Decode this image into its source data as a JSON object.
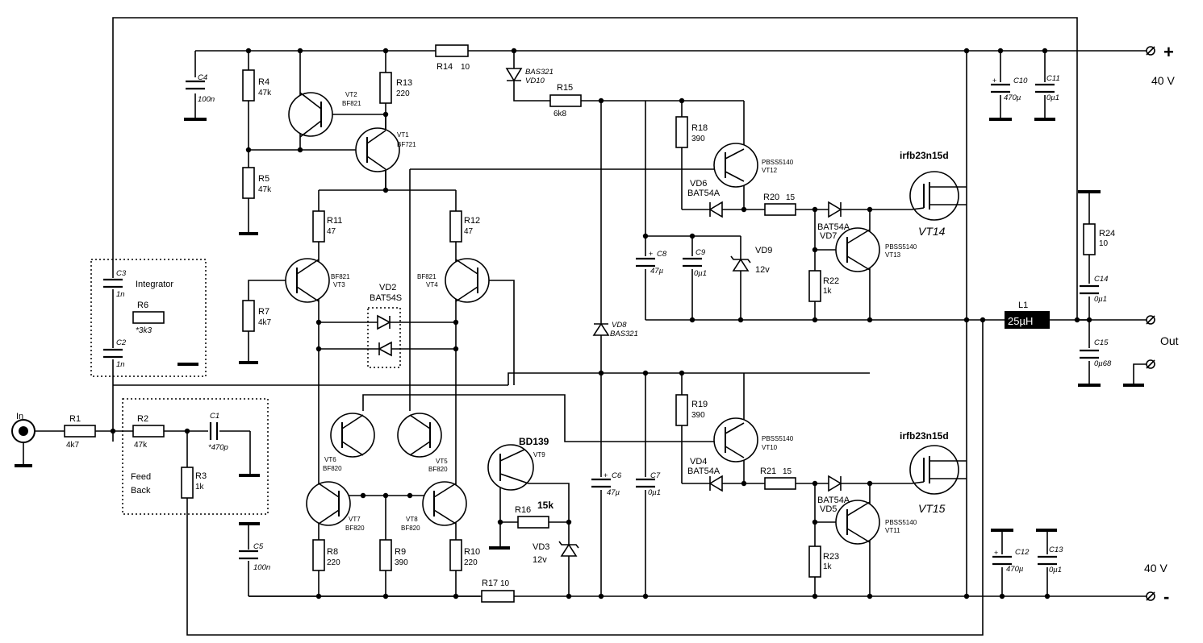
{
  "labels": {
    "in": "In",
    "out": "Out",
    "plus": "+",
    "minus": "-",
    "v_pos": "40 V",
    "v_neg": "40 V",
    "integrator": "Integrator",
    "feed1": "Feed",
    "feed2": "Back",
    "l1_name": "L1",
    "l1_value": "25µH",
    "bd139": "BD139",
    "mos1": "irfb23n15d",
    "mos2": "irfb23n15d",
    "vt14": "VT14",
    "vt15": "VT15",
    "r16_value": "15k"
  },
  "resistors": [
    {
      "name": "R1",
      "value": "4k7"
    },
    {
      "name": "R2",
      "value": "47k"
    },
    {
      "name": "R3",
      "value": "1k"
    },
    {
      "name": "R4",
      "value": "47k"
    },
    {
      "name": "R5",
      "value": "47k"
    },
    {
      "name": "R6",
      "value": "*3k3"
    },
    {
      "name": "R7",
      "value": "4k7"
    },
    {
      "name": "R8",
      "value": "220"
    },
    {
      "name": "R9",
      "value": "390"
    },
    {
      "name": "R10",
      "value": "220"
    },
    {
      "name": "R11",
      "value": "47"
    },
    {
      "name": "R12",
      "value": "47"
    },
    {
      "name": "R13",
      "value": "220"
    },
    {
      "name": "R14",
      "value": "10"
    },
    {
      "name": "R15",
      "value": "6k8"
    },
    {
      "name": "R16",
      "value": ""
    },
    {
      "name": "R17",
      "value": "10"
    },
    {
      "name": "R18",
      "value": "390"
    },
    {
      "name": "R19",
      "value": "390"
    },
    {
      "name": "R20",
      "value": "15"
    },
    {
      "name": "R21",
      "value": "15"
    },
    {
      "name": "R22",
      "value": "1k"
    },
    {
      "name": "R23",
      "value": "1k"
    },
    {
      "name": "R24",
      "value": "10"
    }
  ],
  "capacitors": [
    {
      "name": "C1",
      "value": "*470p"
    },
    {
      "name": "C2",
      "value": "1n"
    },
    {
      "name": "C3",
      "value": "1n"
    },
    {
      "name": "C4",
      "value": "100n"
    },
    {
      "name": "C5",
      "value": "100n"
    },
    {
      "name": "C6",
      "value": "47µ"
    },
    {
      "name": "C7",
      "value": "0µ1"
    },
    {
      "name": "C8",
      "value": "47µ"
    },
    {
      "name": "C9",
      "value": "0µ1"
    },
    {
      "name": "C10",
      "value": "470µ"
    },
    {
      "name": "C11",
      "value": "0µ1"
    },
    {
      "name": "C12",
      "value": "470µ"
    },
    {
      "name": "C13",
      "value": "0µ1"
    },
    {
      "name": "C14",
      "value": "0µ1"
    },
    {
      "name": "C15",
      "value": "0µ68"
    }
  ],
  "transistors": [
    {
      "name": "VT1",
      "part": "BF721"
    },
    {
      "name": "VT2",
      "part": "BF821"
    },
    {
      "name": "VT3",
      "part": "BF821"
    },
    {
      "name": "VT4",
      "part": "BF821"
    },
    {
      "name": "VT5",
      "part": "BF820"
    },
    {
      "name": "VT6",
      "part": "BF820"
    },
    {
      "name": "VT7",
      "part": "BF820"
    },
    {
      "name": "VT8",
      "part": "BF820"
    },
    {
      "name": "VT9",
      "part": ""
    },
    {
      "name": "VT10",
      "part": "PBSS5140"
    },
    {
      "name": "VT11",
      "part": "PBSS5140"
    },
    {
      "name": "VT12",
      "part": "PBSS5140"
    },
    {
      "name": "VT13",
      "part": "PBSS5140"
    }
  ],
  "diodes": [
    {
      "name": "VD2",
      "part": "BAT54S"
    },
    {
      "name": "VD3",
      "part": "12v"
    },
    {
      "name": "VD4",
      "part": "BAT54A"
    },
    {
      "name": "VD5",
      "part": "BAT54A"
    },
    {
      "name": "VD6",
      "part": "BAT54A"
    },
    {
      "name": "VD7",
      "part": "BAT54A"
    },
    {
      "name": "VD8",
      "part": "BAS321"
    },
    {
      "name": "VD9",
      "part": "12v"
    },
    {
      "name": "VD10",
      "part": "BAS321"
    }
  ]
}
